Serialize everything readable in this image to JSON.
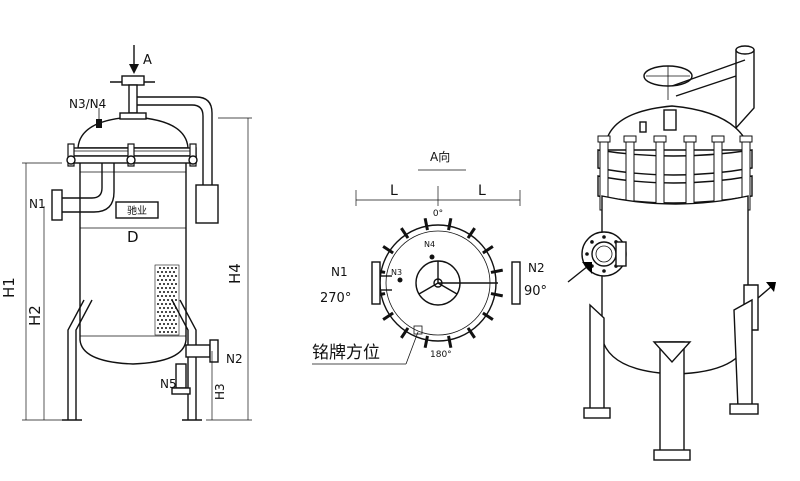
{
  "side_view": {
    "arrow_label": "A",
    "nozzle_n3n4": "N3/N4",
    "nozzle_n1": "N1",
    "nozzle_n2": "N2",
    "nozzle_n5": "N5",
    "nameplate_text": "驰业",
    "diameter_label": "D",
    "dim_h1": "H1",
    "dim_h2": "H2",
    "dim_h3": "H3",
    "dim_h4": "H4"
  },
  "top_view": {
    "title": "A向",
    "dim_left": "L",
    "dim_right": "L",
    "angle_0": "0°",
    "angle_90": "90°",
    "angle_180": "180°",
    "angle_270": "270°",
    "nozzle_n1": "N1",
    "nozzle_n2": "N2",
    "nozzle_n3": "N3",
    "nozzle_n4": "N4",
    "nameplate_label": "铭牌方位"
  },
  "render": {
    "arrow_color": "#000000"
  }
}
